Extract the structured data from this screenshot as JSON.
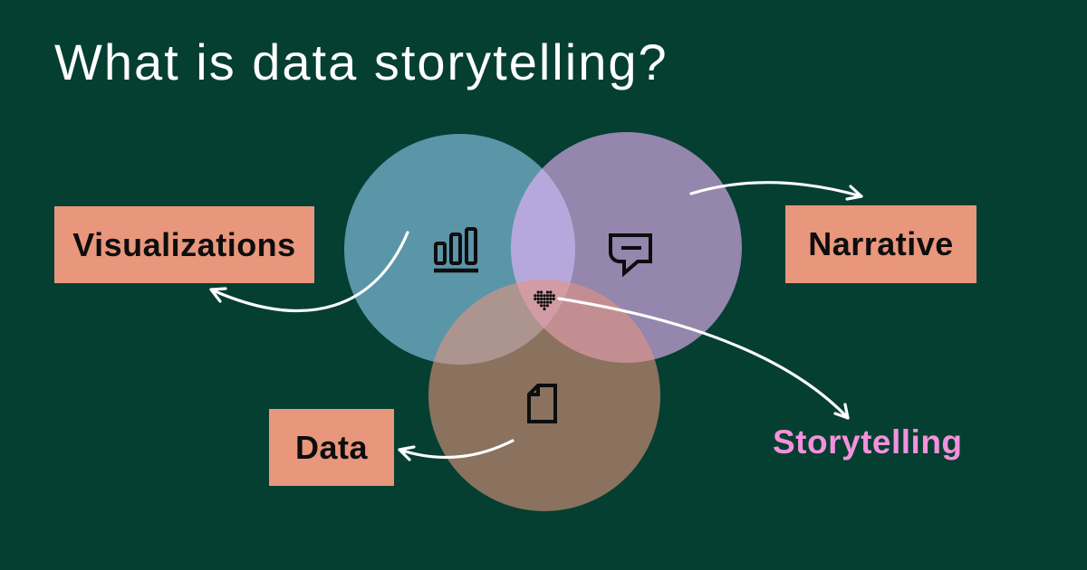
{
  "title": "What is data storytelling?",
  "venn": {
    "sets": [
      {
        "id": "visualizations",
        "label": "Visualizations",
        "icon": "bar-chart-icon",
        "fill": "rgba(148,206,249,0.6)",
        "rendered_color": "#5B95A9"
      },
      {
        "id": "narrative",
        "label": "Narrative",
        "icon": "speech-bubble-icon",
        "fill": "rgba(243,181,255,0.6)",
        "rendered_color": "#9486AE"
      },
      {
        "id": "data",
        "label": "Data",
        "icon": "document-icon",
        "fill": "rgba(227,148,127,0.6)",
        "rendered_color": "#8A7260"
      }
    ],
    "intersection": {
      "label": "Storytelling",
      "icon": "heart-icon"
    }
  },
  "colors": {
    "background": "#053F31",
    "label_box": "#E8967C",
    "label_text": "#0D0D0D",
    "title_text": "#FFFFFF",
    "storytelling_text": "#F491DC",
    "arrow": "#FFFFFF",
    "icon": "#0D0D0D"
  }
}
